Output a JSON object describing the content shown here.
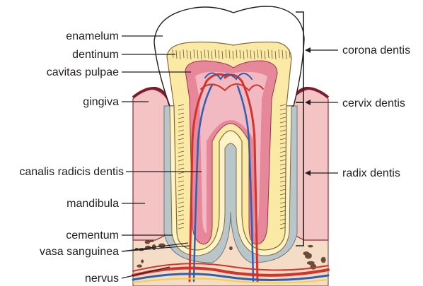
{
  "left_labels": {
    "enamelum": "enamelum",
    "dentinum": "dentinum",
    "cavitas_pulpae": "cavitas pulpae",
    "gingiva": "gingiva",
    "canalis_radicis_dentis": "canalis radicis dentis",
    "mandibula": "mandibula",
    "cementum": "cementum",
    "vasa_sanguinea": "vasa sanguinea",
    "nervus": "nervus"
  },
  "right_labels": {
    "corona_dentis": "corona dentis",
    "cervix_dentis": "cervix dentis",
    "radix_dentis": "radix dentis"
  },
  "colors": {
    "enamel": "#ffffff",
    "dentin": "#fbeaa6",
    "pulp": "#e7879a",
    "gum": "#f3c4c3",
    "bone": "#f5dcc6",
    "bone_hole": "#6b4c3b",
    "artery": "#d2342c",
    "vein": "#2f5fb0",
    "periodontal": "#b9c6c9"
  }
}
